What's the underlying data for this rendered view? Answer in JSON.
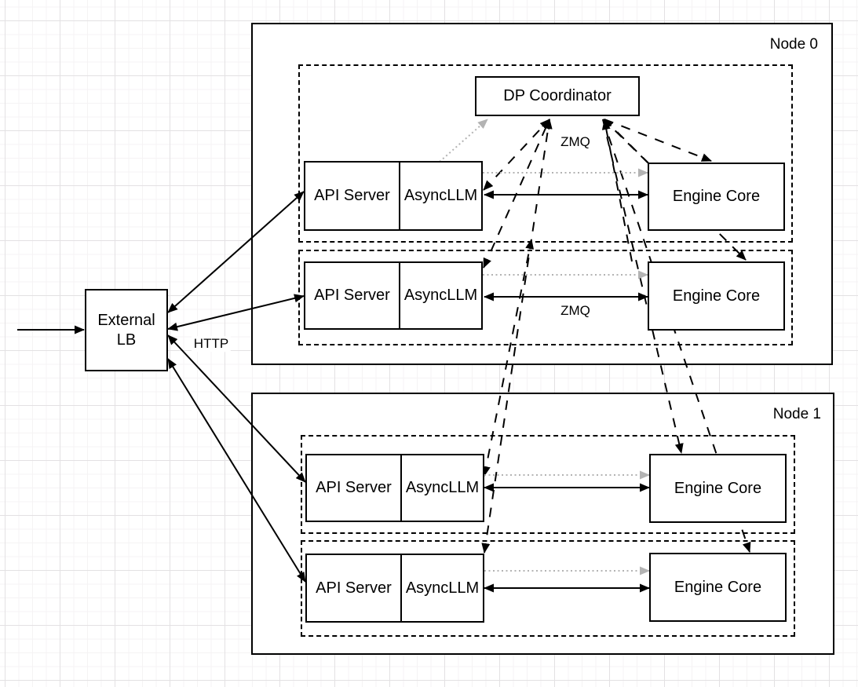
{
  "external_lb": {
    "label": "External LB"
  },
  "dp_coordinator": {
    "label": "DP Coordinator"
  },
  "nodes": [
    {
      "label": "Node 0",
      "replicas": [
        {
          "api_server": "API Server",
          "async_llm": "AsyncLLM",
          "engine_core": "Engine Core"
        },
        {
          "api_server": "API Server",
          "async_llm": "AsyncLLM",
          "engine_core": "Engine Core"
        }
      ]
    },
    {
      "label": "Node 1",
      "replicas": [
        {
          "api_server": "API Server",
          "async_llm": "AsyncLLM",
          "engine_core": "Engine Core"
        },
        {
          "api_server": "API Server",
          "async_llm": "AsyncLLM",
          "engine_core": "Engine Core"
        }
      ]
    }
  ],
  "edge_labels": {
    "http": "HTTP",
    "zmq_coordinator": "ZMQ",
    "zmq_engine": "ZMQ"
  },
  "connections": [
    {
      "from": "client",
      "to": "External LB",
      "style": "solid",
      "heads": "end"
    },
    {
      "from": "External LB",
      "to": "API Server (Node 0, replica 0)",
      "style": "solid",
      "heads": "both",
      "label": "HTTP"
    },
    {
      "from": "External LB",
      "to": "API Server (Node 0, replica 1)",
      "style": "solid",
      "heads": "both",
      "label": "HTTP"
    },
    {
      "from": "External LB",
      "to": "API Server (Node 1, replica 0)",
      "style": "solid",
      "heads": "both",
      "label": "HTTP"
    },
    {
      "from": "External LB",
      "to": "API Server (Node 1, replica 1)",
      "style": "solid",
      "heads": "both",
      "label": "HTTP"
    },
    {
      "from": "AsyncLLM (Node 0, replica 0)",
      "to": "Engine Core (Node 0, replica 0)",
      "style": "solid",
      "heads": "both",
      "label": "ZMQ"
    },
    {
      "from": "AsyncLLM (Node 0, replica 1)",
      "to": "Engine Core (Node 0, replica 1)",
      "style": "solid",
      "heads": "both",
      "label": "ZMQ"
    },
    {
      "from": "AsyncLLM (Node 1, replica 0)",
      "to": "Engine Core (Node 1, replica 0)",
      "style": "solid",
      "heads": "both"
    },
    {
      "from": "AsyncLLM (Node 1, replica 1)",
      "to": "Engine Core (Node 1, replica 1)",
      "style": "solid",
      "heads": "both"
    },
    {
      "from": "DP Coordinator",
      "to": "AsyncLLM (Node 0, replica 0)",
      "style": "dashed",
      "heads": "both",
      "label": "ZMQ"
    },
    {
      "from": "DP Coordinator",
      "to": "AsyncLLM (Node 0, replica 1)",
      "style": "dashed",
      "heads": "both",
      "label": "ZMQ"
    },
    {
      "from": "DP Coordinator",
      "to": "AsyncLLM (Node 1, replica 0)",
      "style": "dashed",
      "heads": "both",
      "label": "ZMQ"
    },
    {
      "from": "DP Coordinator",
      "to": "AsyncLLM (Node 1, replica 1)",
      "style": "dashed",
      "heads": "both",
      "label": "ZMQ"
    },
    {
      "from": "Engine Core (Node 0, replica 0)",
      "to": "DP Coordinator",
      "style": "dashed",
      "heads": "end"
    },
    {
      "from": "Engine Core (Node 0, replica 1)",
      "to": "DP Coordinator",
      "style": "dashed",
      "heads": "end"
    },
    {
      "from": "DP Coordinator",
      "to": "Engine Core (Node 0, replica 0)",
      "style": "dashed",
      "heads": "end"
    },
    {
      "from": "DP Coordinator",
      "to": "Engine Core (Node 0, replica 1)",
      "style": "dashed",
      "heads": "end"
    },
    {
      "from": "DP Coordinator",
      "to": "Engine Core (Node 1, replica 0)",
      "style": "dashed",
      "heads": "end"
    },
    {
      "from": "DP Coordinator",
      "to": "Engine Core (Node 1, replica 1)",
      "style": "dashed",
      "heads": "end"
    },
    {
      "from": "AsyncLLM (Node 0, replica 0)",
      "to": "DP Coordinator",
      "style": "dotted-gray",
      "heads": "end"
    },
    {
      "from": "AsyncLLM (Node 0, replica 0)",
      "to": "Engine Core (Node 0, replica 0)",
      "style": "dotted-gray",
      "heads": "end"
    },
    {
      "from": "AsyncLLM (Node 0, replica 1)",
      "to": "Engine Core (Node 0, replica 1)",
      "style": "dotted-gray",
      "heads": "end"
    },
    {
      "from": "AsyncLLM (Node 1, replica 0)",
      "to": "Engine Core (Node 1, replica 0)",
      "style": "dotted-gray",
      "heads": "end"
    },
    {
      "from": "AsyncLLM (Node 1, replica 1)",
      "to": "Engine Core (Node 1, replica 1)",
      "style": "dotted-gray",
      "heads": "end"
    }
  ],
  "colors": {
    "stroke": "#000000",
    "muted_arrow": "#b3b3b3",
    "background": "#ffffff",
    "grid_minor": "#f5f3f4",
    "grid_major": "#e3e1e3"
  }
}
